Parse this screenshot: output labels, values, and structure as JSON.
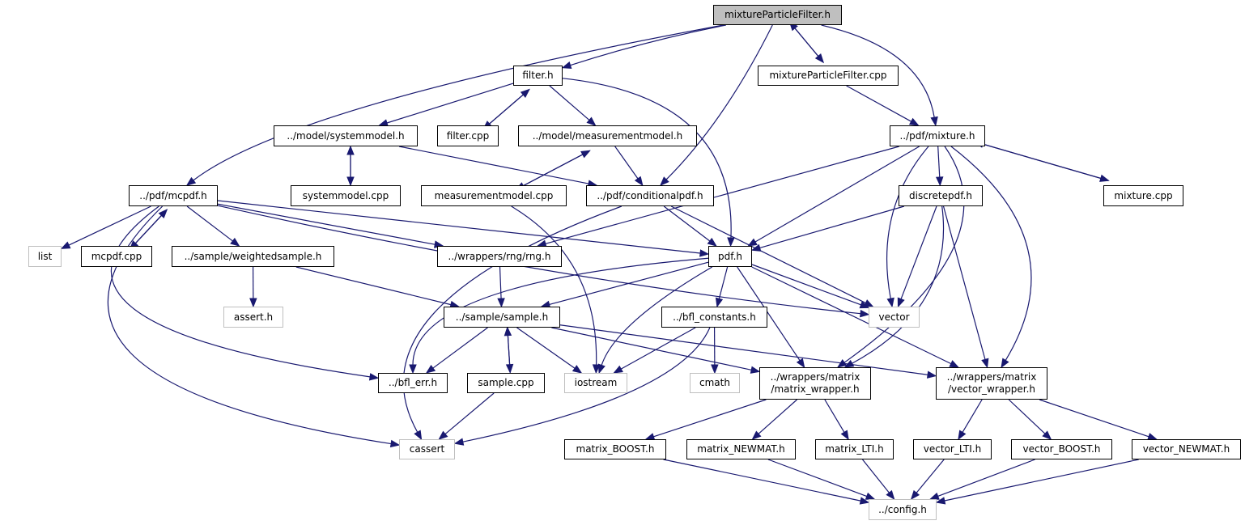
{
  "colors": {
    "edge": "#191970",
    "root_fill": "#bfbfbf",
    "external_border": "#bfbfbf",
    "node_border": "#000000"
  },
  "nodes": [
    {
      "id": "mpf_h",
      "label": "mixtureParticleFilter.h",
      "kind": "root"
    },
    {
      "id": "filter_h",
      "label": "filter.h",
      "kind": "local"
    },
    {
      "id": "mpf_cpp",
      "label": "mixtureParticleFilter.cpp",
      "kind": "local"
    },
    {
      "id": "systemmodel_h",
      "label": "../model/systemmodel.h",
      "kind": "local"
    },
    {
      "id": "filter_cpp",
      "label": "filter.cpp",
      "kind": "local"
    },
    {
      "id": "measurementmodel_h",
      "label": "../model/measurementmodel.h",
      "kind": "local"
    },
    {
      "id": "mixture_h",
      "label": "../pdf/mixture.h",
      "kind": "local"
    },
    {
      "id": "mcpdf_h",
      "label": "../pdf/mcpdf.h",
      "kind": "local"
    },
    {
      "id": "systemmodel_cpp",
      "label": "systemmodel.cpp",
      "kind": "local"
    },
    {
      "id": "measurementmodel_cpp",
      "label": "measurementmodel.cpp",
      "kind": "local"
    },
    {
      "id": "conditionalpdf_h",
      "label": "../pdf/conditionalpdf.h",
      "kind": "local"
    },
    {
      "id": "discretepdf_h",
      "label": "discretepdf.h",
      "kind": "local"
    },
    {
      "id": "mixture_cpp",
      "label": "mixture.cpp",
      "kind": "local"
    },
    {
      "id": "list",
      "label": "list",
      "kind": "external"
    },
    {
      "id": "mcpdf_cpp",
      "label": "mcpdf.cpp",
      "kind": "local"
    },
    {
      "id": "weightedsample_h",
      "label": "../sample/weightedsample.h",
      "kind": "local"
    },
    {
      "id": "rng_h",
      "label": "../wrappers/rng/rng.h",
      "kind": "local"
    },
    {
      "id": "pdf_h",
      "label": "pdf.h",
      "kind": "local"
    },
    {
      "id": "assert_h",
      "label": "assert.h",
      "kind": "external"
    },
    {
      "id": "sample_h",
      "label": "../sample/sample.h",
      "kind": "local"
    },
    {
      "id": "bfl_constants_h",
      "label": "../bfl_constants.h",
      "kind": "local"
    },
    {
      "id": "vector",
      "label": "vector",
      "kind": "external"
    },
    {
      "id": "bfl_err_h",
      "label": "../bfl_err.h",
      "kind": "local"
    },
    {
      "id": "sample_cpp",
      "label": "sample.cpp",
      "kind": "local"
    },
    {
      "id": "iostream",
      "label": "iostream",
      "kind": "external"
    },
    {
      "id": "cmath",
      "label": "cmath",
      "kind": "external"
    },
    {
      "id": "matrix_wrapper_h",
      "label": "../wrappers/matrix\n/matrix_wrapper.h",
      "kind": "local"
    },
    {
      "id": "vector_wrapper_h",
      "label": "../wrappers/matrix\n/vector_wrapper.h",
      "kind": "local"
    },
    {
      "id": "cassert",
      "label": "cassert",
      "kind": "external"
    },
    {
      "id": "matrix_boost_h",
      "label": "matrix_BOOST.h",
      "kind": "local"
    },
    {
      "id": "matrix_newmat_h",
      "label": "matrix_NEWMAT.h",
      "kind": "local"
    },
    {
      "id": "matrix_lti_h",
      "label": "matrix_LTI.h",
      "kind": "local"
    },
    {
      "id": "vector_lti_h",
      "label": "vector_LTI.h",
      "kind": "local"
    },
    {
      "id": "vector_boost_h",
      "label": "vector_BOOST.h",
      "kind": "local"
    },
    {
      "id": "vector_newmat_h",
      "label": "vector_NEWMAT.h",
      "kind": "local"
    },
    {
      "id": "config_h",
      "label": "../config.h",
      "kind": "external"
    }
  ],
  "edges": [
    [
      "mpf_h",
      "filter_h"
    ],
    [
      "mpf_h",
      "mcpdf_h"
    ],
    [
      "mpf_h",
      "conditionalpdf_h"
    ],
    [
      "mpf_h",
      "mpf_cpp"
    ],
    [
      "mpf_h",
      "mixture_h"
    ],
    [
      "mpf_cpp",
      "mpf_h"
    ],
    [
      "mpf_cpp",
      "mixture_h"
    ],
    [
      "filter_h",
      "systemmodel_h"
    ],
    [
      "filter_h",
      "filter_cpp"
    ],
    [
      "filter_h",
      "measurementmodel_h"
    ],
    [
      "filter_h",
      "pdf_h"
    ],
    [
      "filter_cpp",
      "filter_h"
    ],
    [
      "systemmodel_h",
      "systemmodel_cpp"
    ],
    [
      "systemmodel_h",
      "conditionalpdf_h"
    ],
    [
      "systemmodel_cpp",
      "systemmodel_h"
    ],
    [
      "measurementmodel_h",
      "measurementmodel_cpp"
    ],
    [
      "measurementmodel_h",
      "conditionalpdf_h"
    ],
    [
      "measurementmodel_cpp",
      "measurementmodel_h"
    ],
    [
      "measurementmodel_cpp",
      "iostream"
    ],
    [
      "conditionalpdf_h",
      "pdf_h"
    ],
    [
      "conditionalpdf_h",
      "vector"
    ],
    [
      "conditionalpdf_h",
      "cassert"
    ],
    [
      "mixture_h",
      "rng_h"
    ],
    [
      "mixture_h",
      "pdf_h"
    ],
    [
      "mixture_h",
      "vector"
    ],
    [
      "mixture_h",
      "discretepdf_h"
    ],
    [
      "mixture_h",
      "matrix_wrapper_h"
    ],
    [
      "mixture_h",
      "vector_wrapper_h"
    ],
    [
      "mixture_h",
      "mixture_cpp"
    ],
    [
      "mixture_cpp",
      "mixture_h"
    ],
    [
      "discretepdf_h",
      "pdf_h"
    ],
    [
      "discretepdf_h",
      "vector"
    ],
    [
      "discretepdf_h",
      "matrix_wrapper_h"
    ],
    [
      "discretepdf_h",
      "vector_wrapper_h"
    ],
    [
      "mcpdf_h",
      "list"
    ],
    [
      "mcpdf_h",
      "mcpdf_cpp"
    ],
    [
      "mcpdf_h",
      "weightedsample_h"
    ],
    [
      "mcpdf_h",
      "rng_h"
    ],
    [
      "mcpdf_h",
      "pdf_h"
    ],
    [
      "mcpdf_h",
      "vector"
    ],
    [
      "mcpdf_h",
      "bfl_err_h"
    ],
    [
      "mcpdf_h",
      "cassert"
    ],
    [
      "mcpdf_cpp",
      "mcpdf_h"
    ],
    [
      "weightedsample_h",
      "assert_h"
    ],
    [
      "weightedsample_h",
      "sample_h"
    ],
    [
      "rng_h",
      "sample_h"
    ],
    [
      "pdf_h",
      "sample_h"
    ],
    [
      "pdf_h",
      "bfl_err_h"
    ],
    [
      "pdf_h",
      "iostream"
    ],
    [
      "pdf_h",
      "bfl_constants_h"
    ],
    [
      "pdf_h",
      "vector"
    ],
    [
      "pdf_h",
      "matrix_wrapper_h"
    ],
    [
      "pdf_h",
      "vector_wrapper_h"
    ],
    [
      "sample_h",
      "bfl_err_h"
    ],
    [
      "sample_h",
      "sample_cpp"
    ],
    [
      "sample_h",
      "iostream"
    ],
    [
      "sample_h",
      "matrix_wrapper_h"
    ],
    [
      "sample_h",
      "vector_wrapper_h"
    ],
    [
      "sample_cpp",
      "sample_h"
    ],
    [
      "sample_cpp",
      "cassert"
    ],
    [
      "bfl_constants_h",
      "iostream"
    ],
    [
      "bfl_constants_h",
      "cmath"
    ],
    [
      "bfl_constants_h",
      "cassert"
    ],
    [
      "matrix_wrapper_h",
      "matrix_boost_h"
    ],
    [
      "matrix_wrapper_h",
      "matrix_newmat_h"
    ],
    [
      "matrix_wrapper_h",
      "matrix_lti_h"
    ],
    [
      "vector_wrapper_h",
      "vector_lti_h"
    ],
    [
      "vector_wrapper_h",
      "vector_boost_h"
    ],
    [
      "vector_wrapper_h",
      "vector_newmat_h"
    ],
    [
      "matrix_boost_h",
      "config_h"
    ],
    [
      "matrix_newmat_h",
      "config_h"
    ],
    [
      "matrix_lti_h",
      "config_h"
    ],
    [
      "vector_lti_h",
      "config_h"
    ],
    [
      "vector_boost_h",
      "config_h"
    ],
    [
      "vector_newmat_h",
      "config_h"
    ]
  ]
}
